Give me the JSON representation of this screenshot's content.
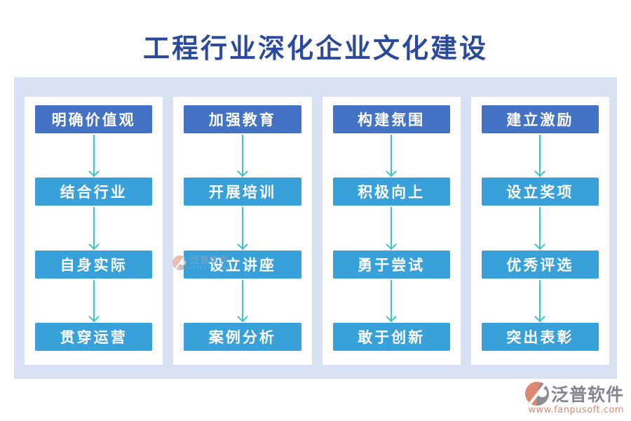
{
  "title": "工程行业深化企业文化建设",
  "columns": [
    {
      "header": "明确价值观",
      "items": [
        "结合行业",
        "自身实际",
        "贯穿运营"
      ]
    },
    {
      "header": "加强教育",
      "items": [
        "开展培训",
        "设立讲座",
        "案例分析"
      ]
    },
    {
      "header": "构建氛围",
      "items": [
        "积极向上",
        "勇于尝试",
        "敢于创新"
      ]
    },
    {
      "header": "建立激励",
      "items": [
        "设立奖项",
        "优秀评选",
        "突出表彰"
      ]
    }
  ],
  "watermark": {
    "name": "泛普软件",
    "subtitle": "FANPU SOFTWARE"
  },
  "footer": {
    "name": "泛普软件",
    "url": "www.fanpusoft.com"
  },
  "colors": {
    "title_text": "#2B4A9C",
    "panel_bg": "#D9E2F4",
    "column_bg": "#FFFFFF",
    "header_box": "#4472C4",
    "item_box": "#38A1DA",
    "arrow": "#3FC3C9",
    "box_text": "#FFFFFF",
    "logo_coral": "#DC8973",
    "logo_gray": "#8C8C96",
    "url_text": "#D98B76"
  }
}
